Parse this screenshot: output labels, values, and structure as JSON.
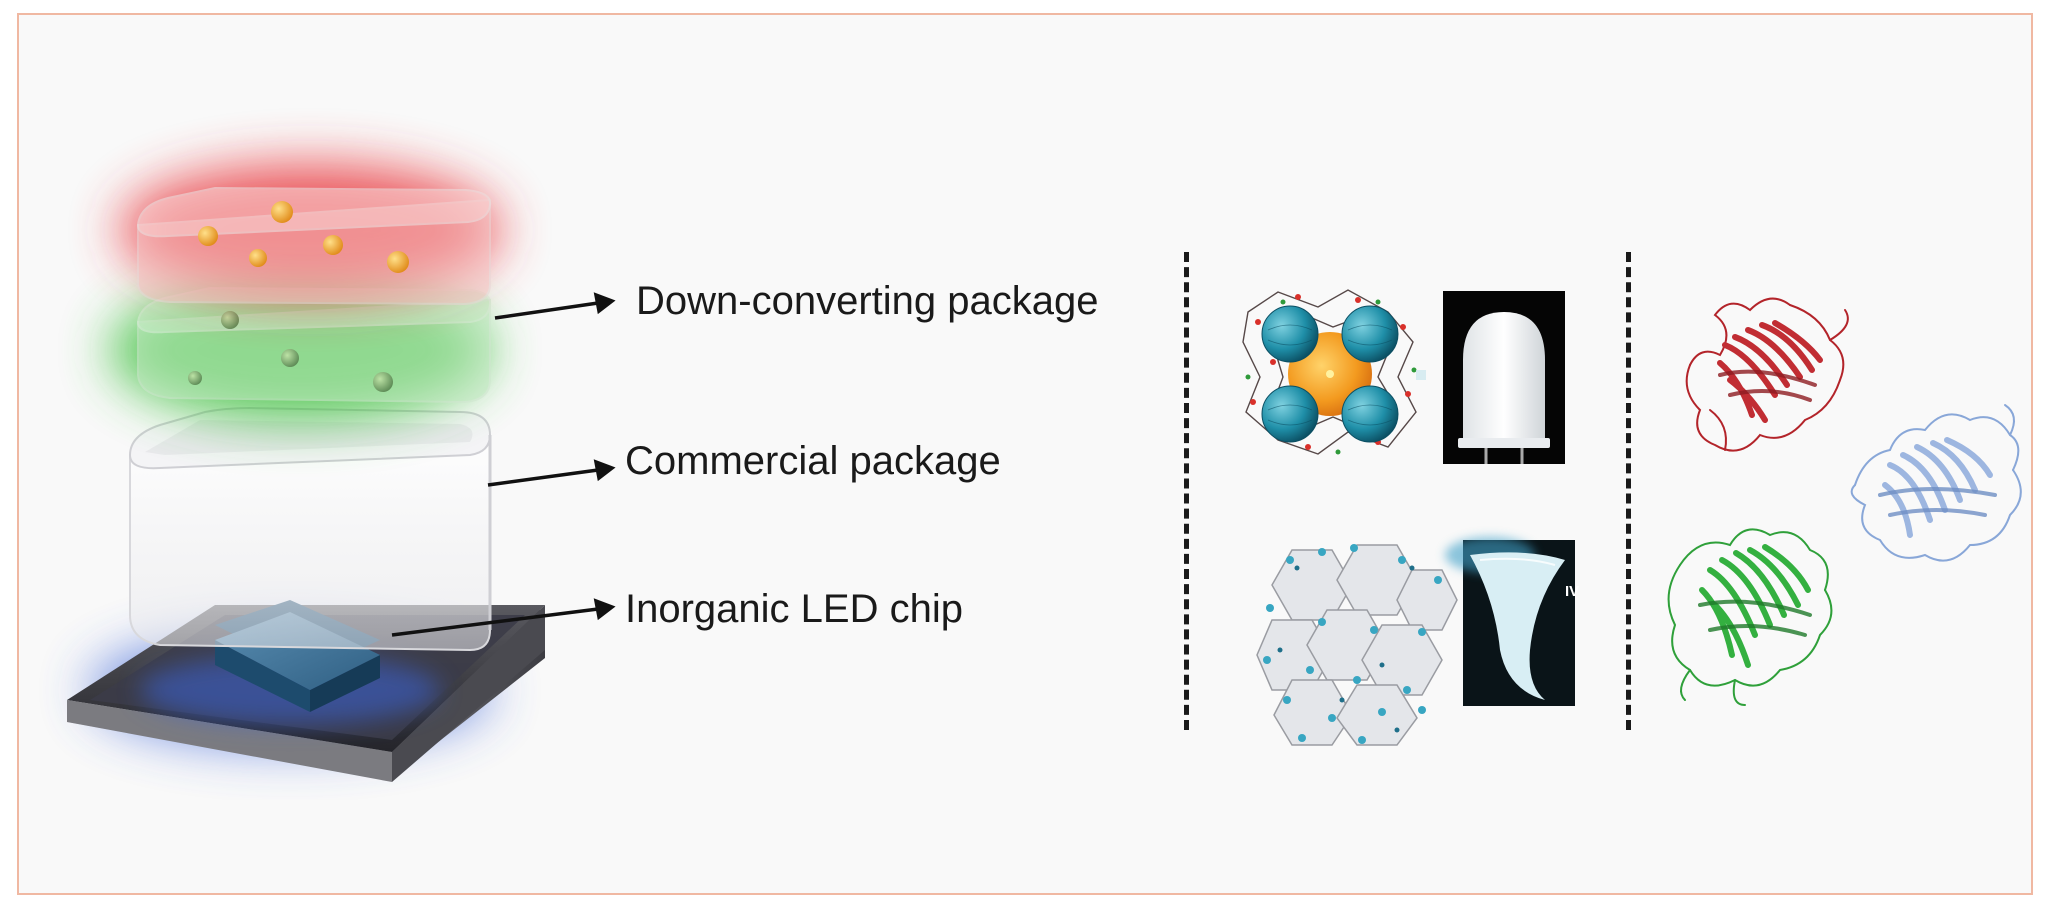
{
  "labels": {
    "down_converting": "Down-converting package",
    "commercial": "Commercial package",
    "led_chip": "Inorganic LED chip"
  },
  "panel_tag": "IV",
  "colors": {
    "frame_border": "#f0b8a2",
    "red_glow": "#e8353a",
    "green_glow": "#3bbf3b",
    "blue_glow": "#3a63d8",
    "chip": "#3a6e95",
    "protein_red": "#b3242a",
    "protein_green": "#2fa03a",
    "protein_blue": "#89a7d8"
  }
}
